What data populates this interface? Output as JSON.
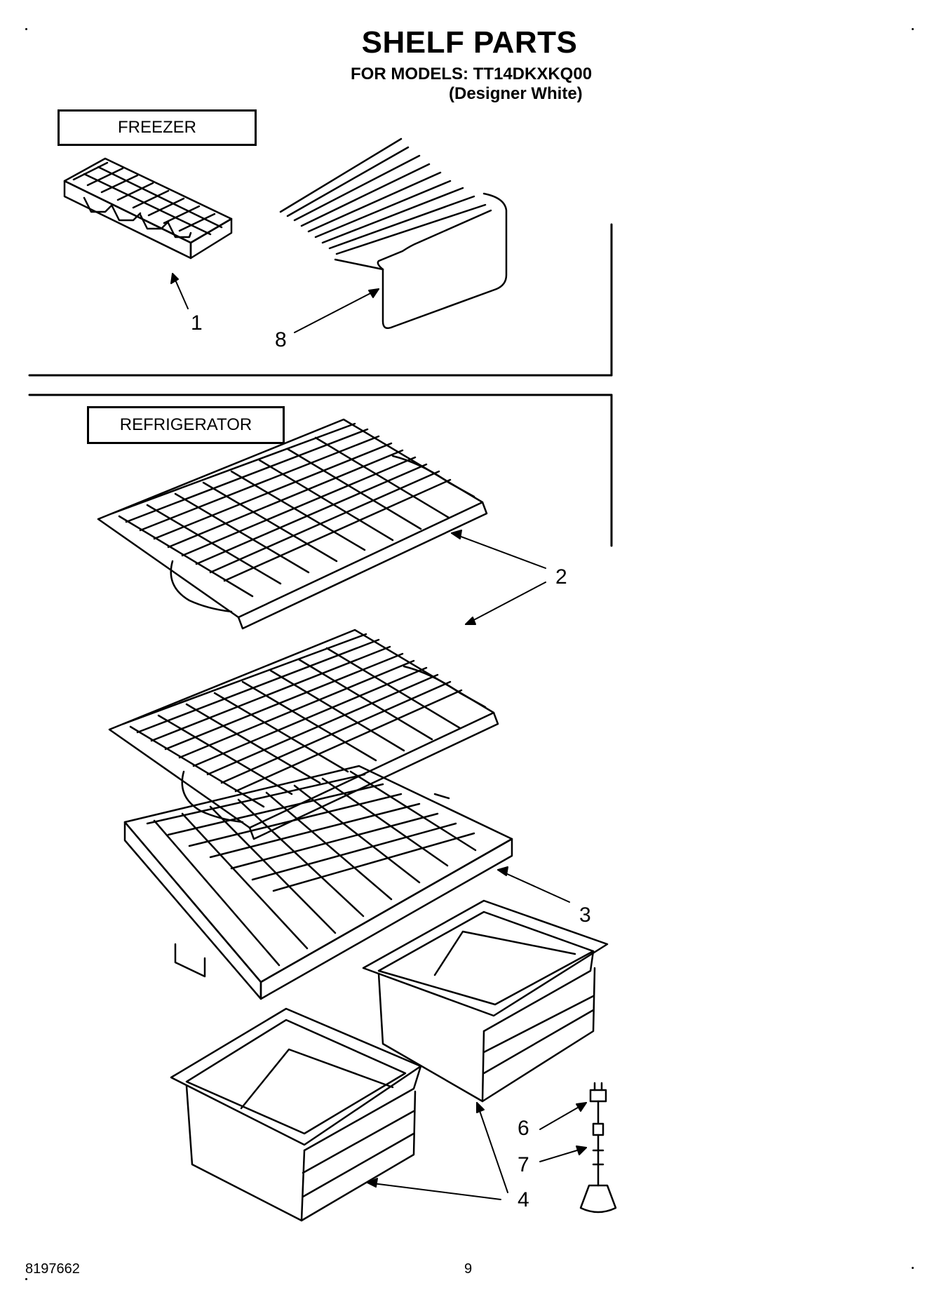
{
  "header": {
    "title": "SHELF PARTS",
    "models_line": "FOR MODELS: TT14DKXKQ00",
    "color_line": "(Designer White)"
  },
  "sections": {
    "freezer_label": "FREEZER",
    "refrigerator_label": "REFRIGERATOR"
  },
  "callouts": {
    "ice_tray": "1",
    "shelf_upper": "2",
    "glass_shelf": "3",
    "crisper": "4",
    "leveler_foot": "6",
    "leveler_screw": "7",
    "freezer_shelf": "8"
  },
  "footer": {
    "doc_number": "8197662",
    "page_number": "9"
  }
}
